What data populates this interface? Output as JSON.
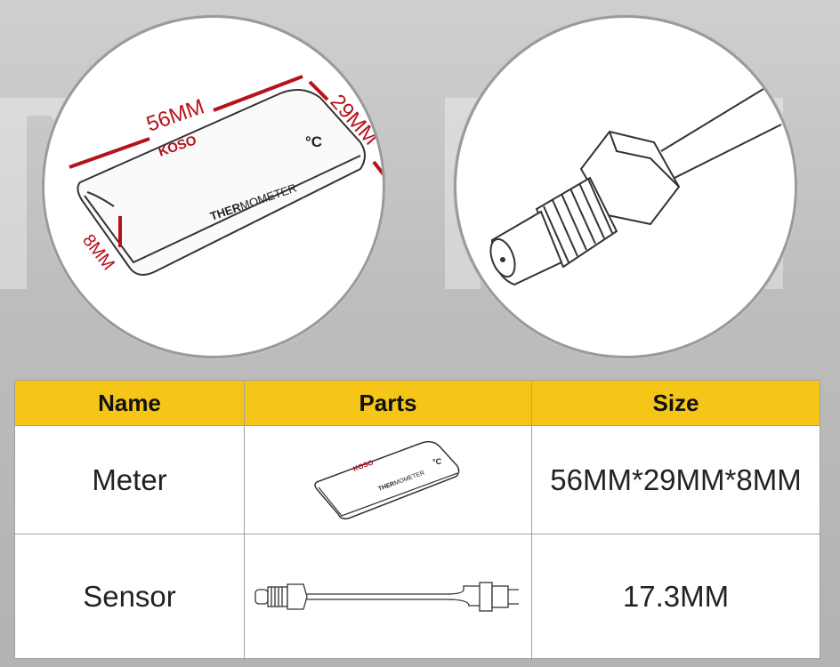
{
  "meter_illustration": {
    "width_label": "56MM",
    "depth_label": "29MM",
    "height_label": "8MM",
    "brand_text": "KOSO",
    "unit_text": "°C",
    "product_text_bold": "THER",
    "product_text_rest": "MOMETER"
  },
  "table": {
    "headers": [
      "Name",
      "Parts",
      "Size"
    ],
    "rows": [
      {
        "name": "Meter",
        "size": "56MM*29MM*8MM"
      },
      {
        "name": "Sensor",
        "size": "17.3MM"
      }
    ]
  },
  "colors": {
    "header_bg": "#f5c518",
    "dimension_red": "#b5121b",
    "background": "#c4c4c4"
  }
}
